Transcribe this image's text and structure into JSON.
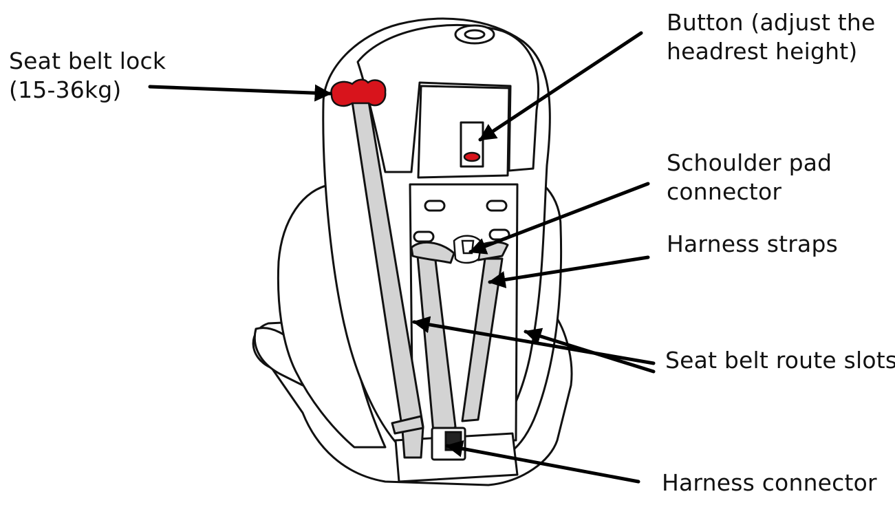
{
  "labels": {
    "seat_belt_lock": {
      "line1": "Seat belt lock",
      "line2": "(15-36kg)"
    },
    "button": {
      "line1": "Button (adjust the",
      "line2": "headrest height)"
    },
    "shoulder_pad_connector": {
      "line1": "Schoulder pad",
      "line2": "connector"
    },
    "harness_straps": "Harness straps",
    "seat_belt_route_slots": "Seat belt route slots",
    "harness_connector": "Harness connector"
  },
  "colors": {
    "outline": "#111111",
    "strap_fill": "#d3d3d3",
    "lock_red": "#d8141c",
    "arrow": "#000000",
    "background": "#ffffff"
  }
}
